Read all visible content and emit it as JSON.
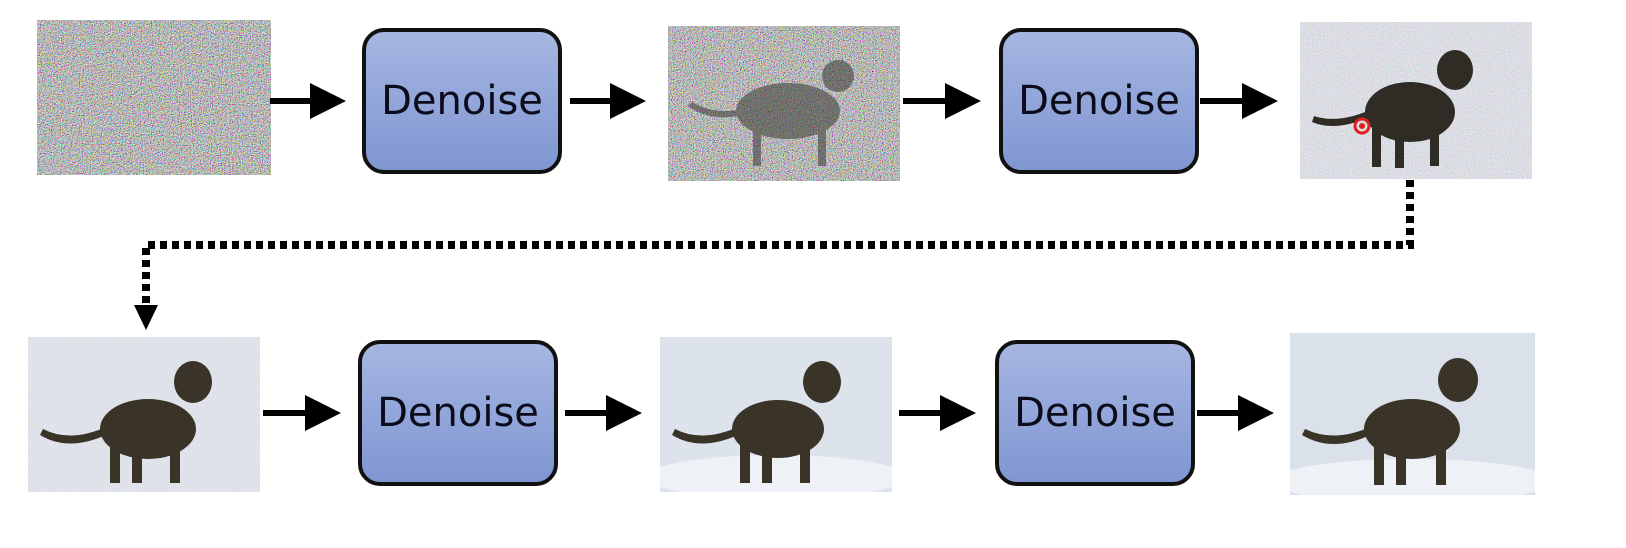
{
  "denoise_steps": [
    {
      "label": "Denoise"
    },
    {
      "label": "Denoise"
    },
    {
      "label": "Denoise"
    },
    {
      "label": "Denoise"
    }
  ],
  "images": [
    {
      "name": "pure-noise",
      "noise_level": 1.0
    },
    {
      "name": "noisy-cat-high",
      "noise_level": 0.8
    },
    {
      "name": "noisy-cat-medium",
      "noise_level": 0.5
    },
    {
      "name": "noisy-cat-low",
      "noise_level": 0.2
    },
    {
      "name": "cat-nearly-clean",
      "noise_level": 0.05
    },
    {
      "name": "cat-clean",
      "noise_level": 0.0
    }
  ],
  "colors": {
    "box_fill_top": "#a6b6e2",
    "box_fill_bottom": "#7f96d2",
    "box_border": "#111111",
    "arrow": "#000000",
    "cursor_marker": "#e02020"
  }
}
